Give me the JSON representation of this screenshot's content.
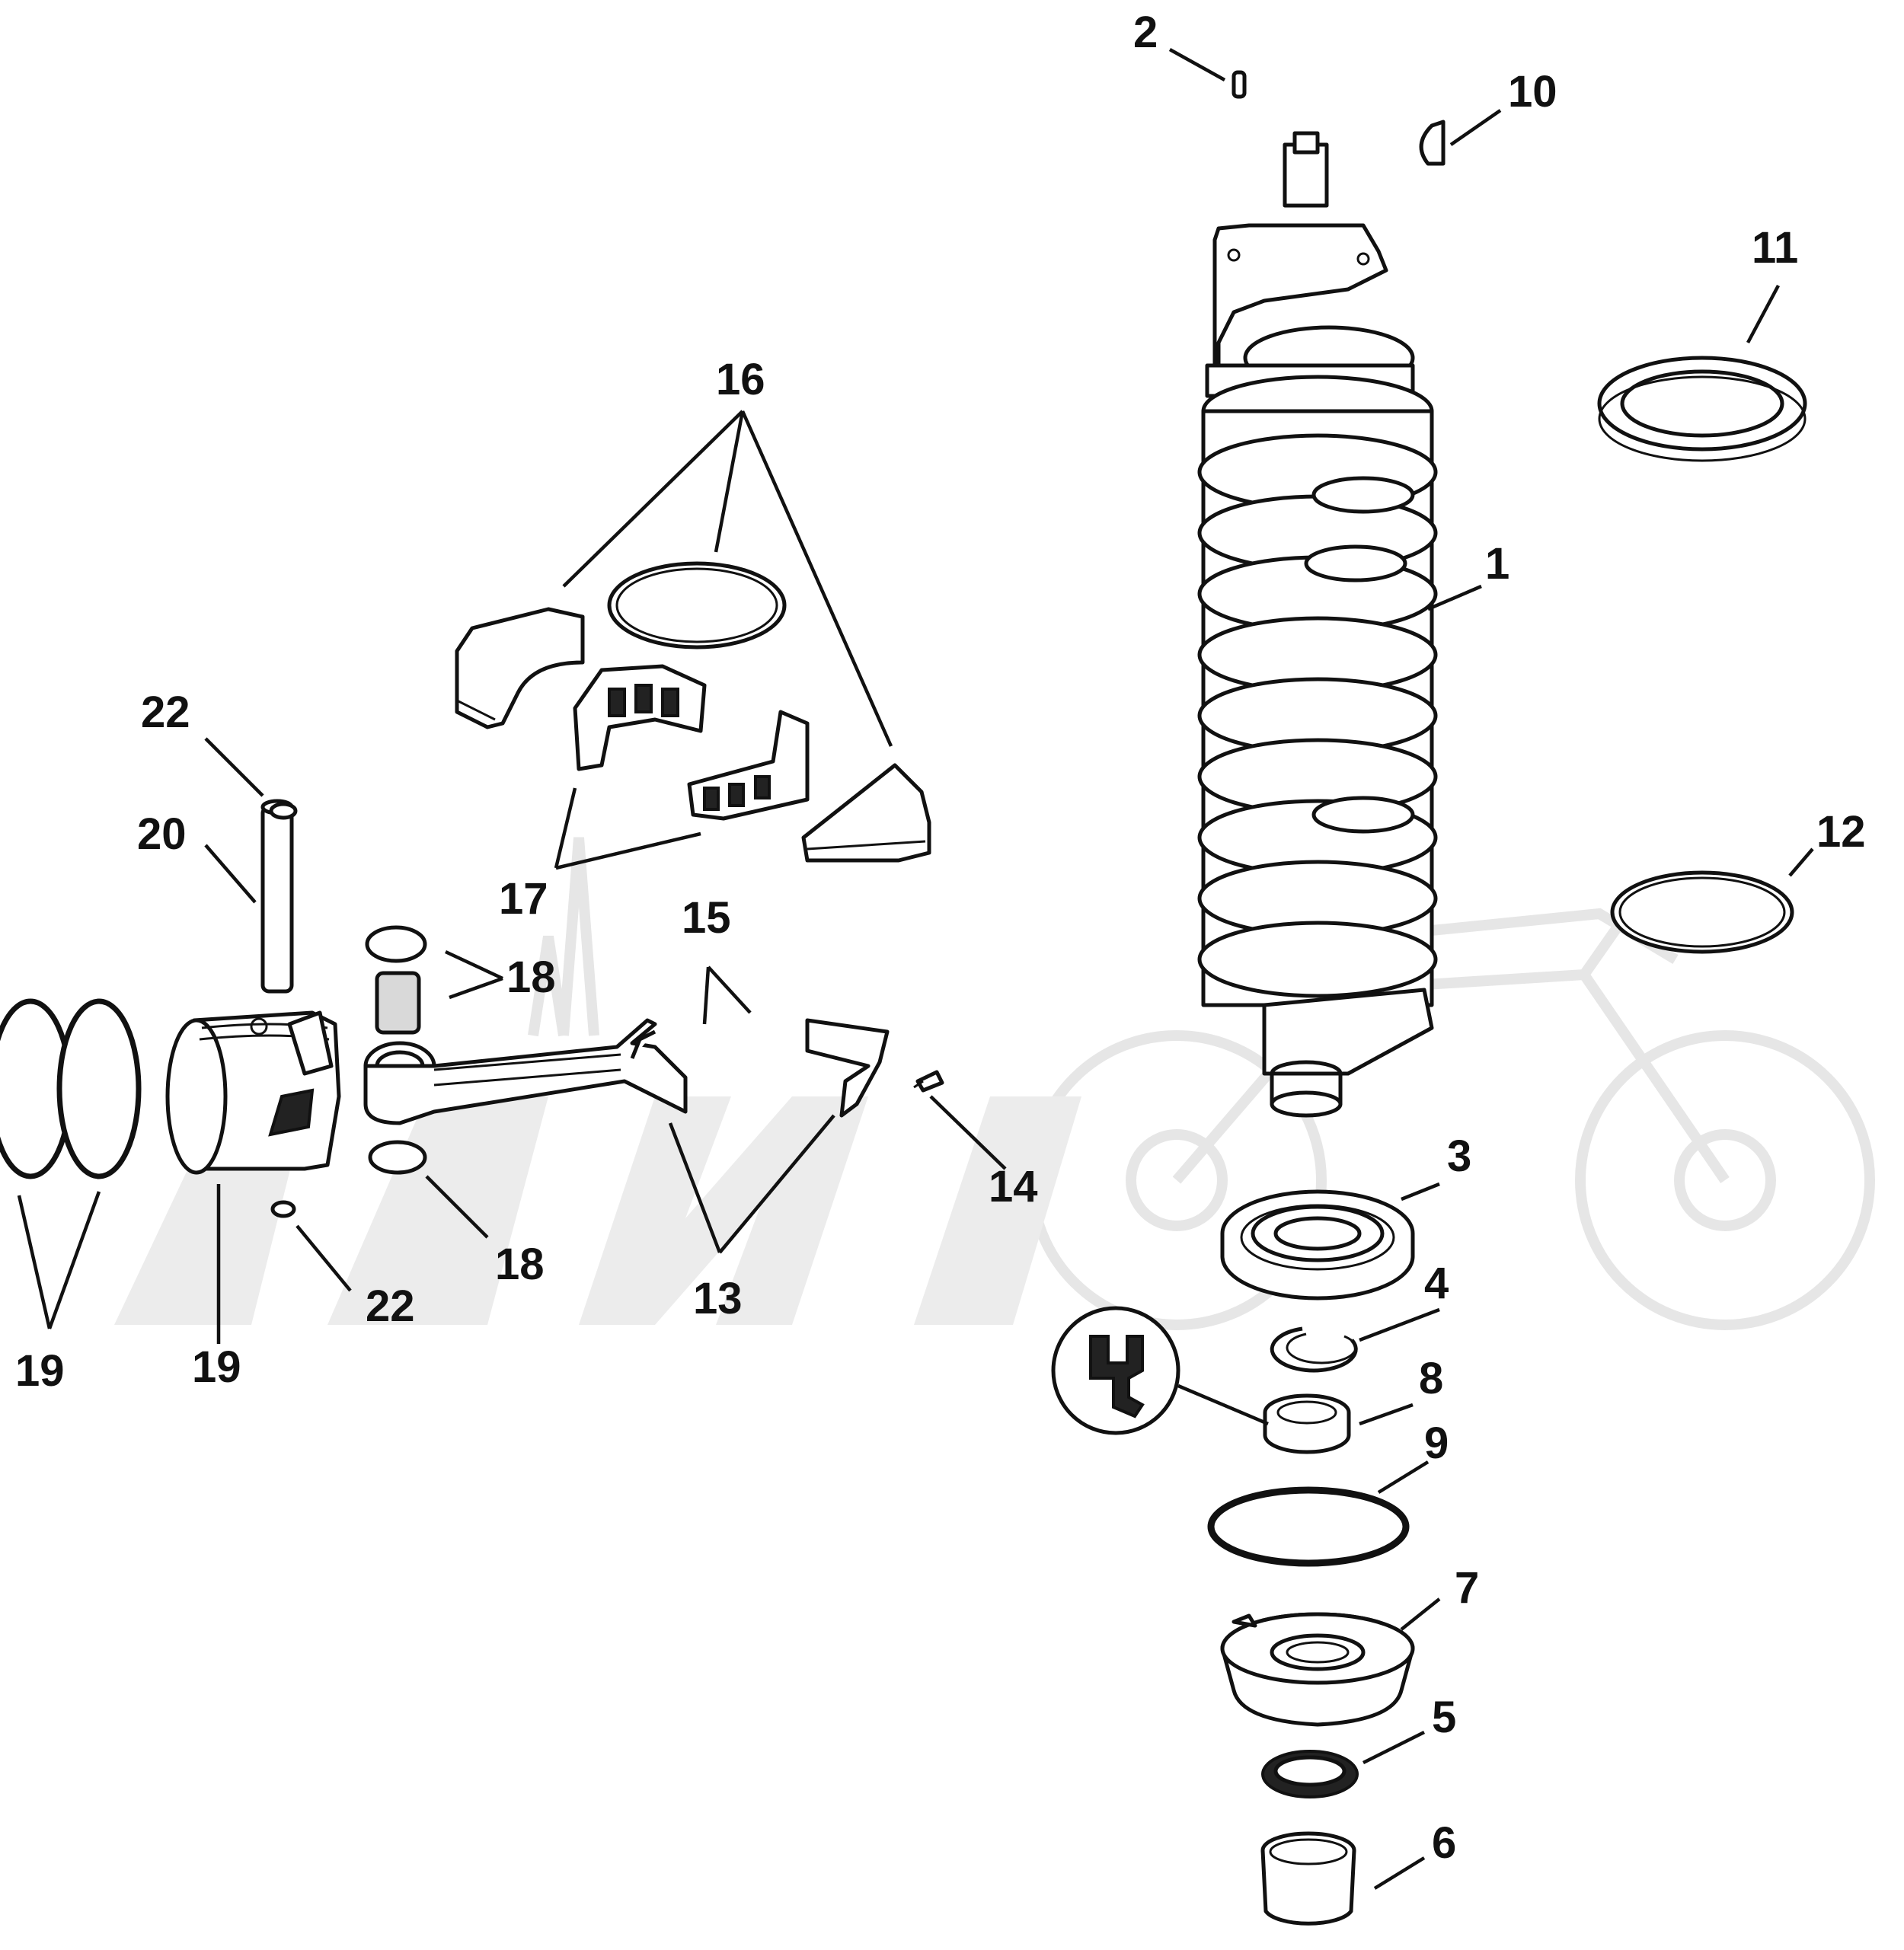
{
  "diagram": {
    "callouts": [
      {
        "id": "c1",
        "text": "1"
      },
      {
        "id": "c2",
        "text": "2"
      },
      {
        "id": "c3",
        "text": "3"
      },
      {
        "id": "c4",
        "text": "4"
      },
      {
        "id": "c5",
        "text": "5"
      },
      {
        "id": "c6",
        "text": "6"
      },
      {
        "id": "c7",
        "text": "7"
      },
      {
        "id": "c8",
        "text": "8"
      },
      {
        "id": "c9",
        "text": "9"
      },
      {
        "id": "c10",
        "text": "10"
      },
      {
        "id": "c11",
        "text": "11"
      },
      {
        "id": "c12",
        "text": "12"
      },
      {
        "id": "c13",
        "text": "13"
      },
      {
        "id": "c14",
        "text": "14"
      },
      {
        "id": "c15",
        "text": "15"
      },
      {
        "id": "c16",
        "text": "16"
      },
      {
        "id": "c17",
        "text": "17"
      },
      {
        "id": "c18a",
        "text": "18"
      },
      {
        "id": "c18b",
        "text": "18"
      },
      {
        "id": "c19",
        "text": "19"
      },
      {
        "id": "c20",
        "text": "20"
      },
      {
        "id": "c21",
        "text": "21"
      },
      {
        "id": "c22a",
        "text": "22"
      },
      {
        "id": "c22b",
        "text": "22"
      }
    ],
    "icons": {
      "lubricant_symbol": "grease-can-icon",
      "watermark": "motorcycle-watermark"
    },
    "colors": {
      "ink": "#111111",
      "watermark": "#e6e6e6",
      "background": "#ffffff"
    }
  }
}
